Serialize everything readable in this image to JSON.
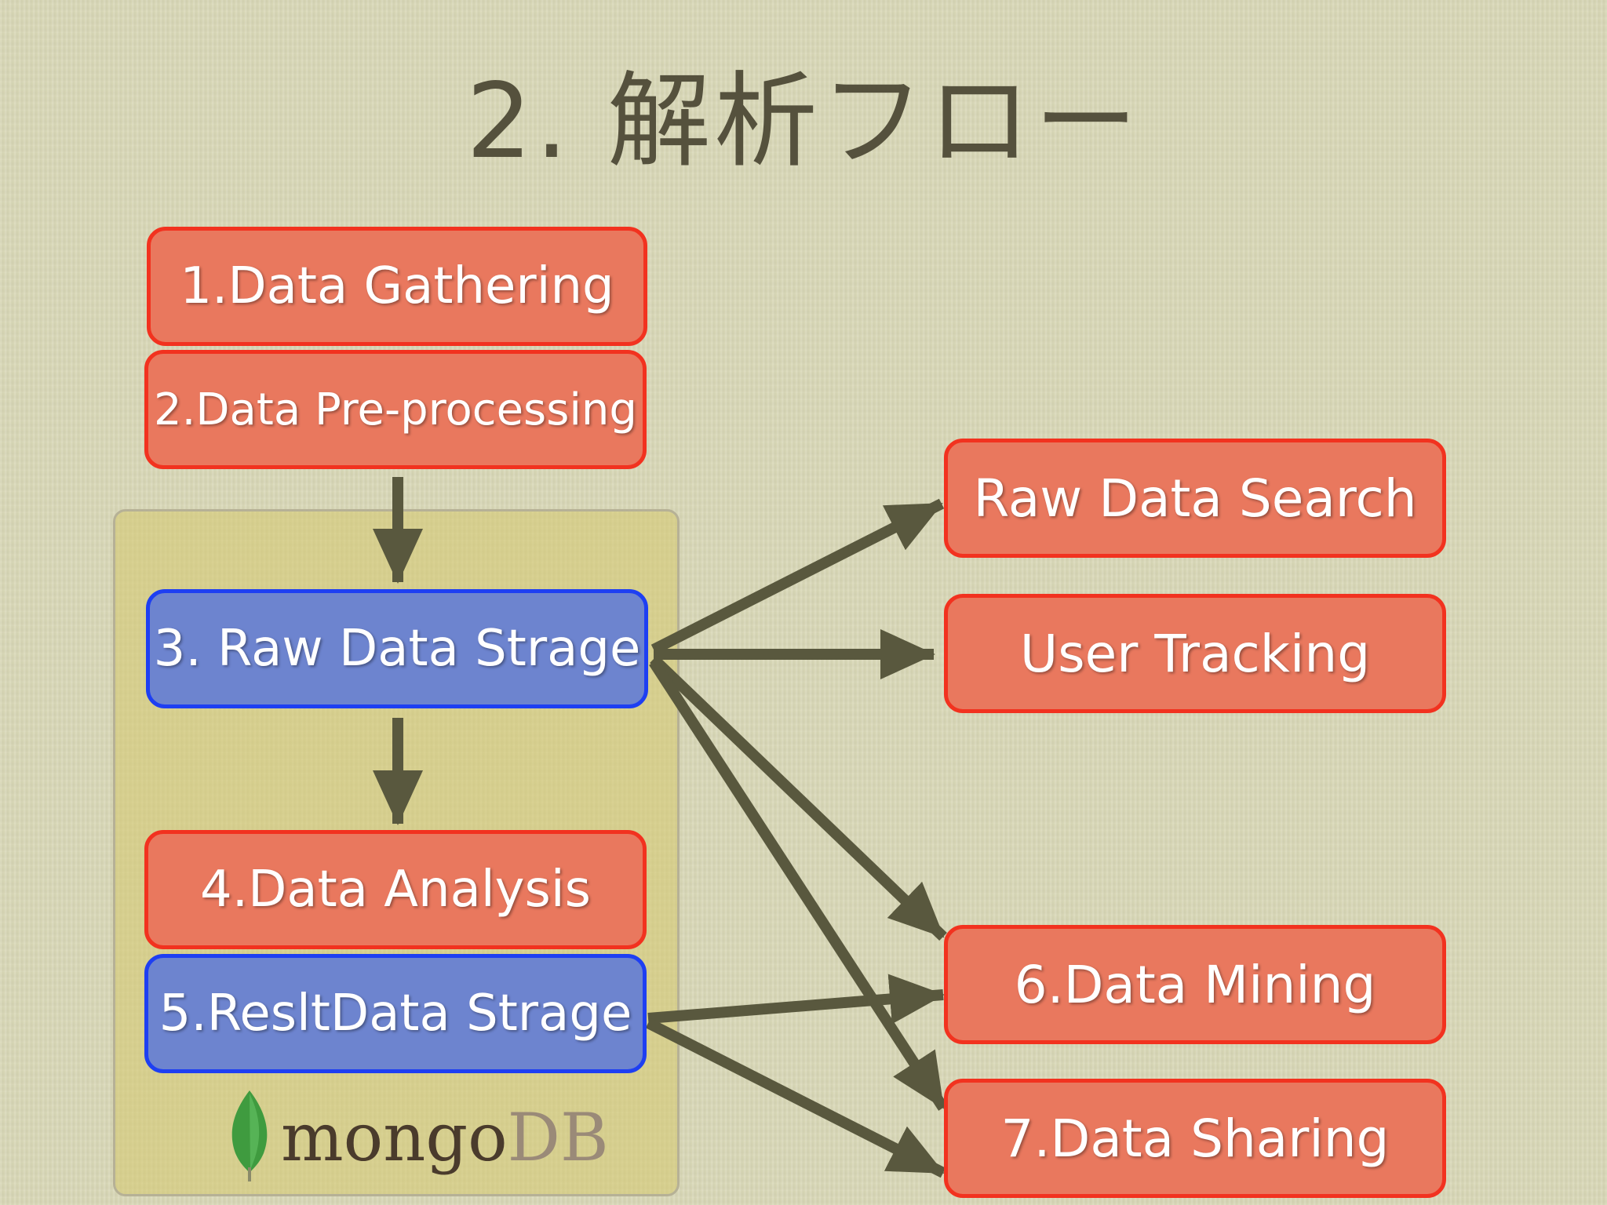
{
  "slide": {
    "title": "2. 解析フロー"
  },
  "colors": {
    "background": "#d8d7b6",
    "panel": "#d6c86e",
    "red_fill": "#e9785e",
    "red_border": "#f2321f",
    "blue_fill": "#6d84cf",
    "blue_border": "#1e3ff2",
    "arrow": "#59583e"
  },
  "left_column": {
    "gathering": "1.Data Gathering",
    "preprocessing": "2.Data Pre-processing",
    "raw_storage": "3. Raw Data Strage",
    "analysis": "4.Data Analysis",
    "result_storage": "5.ResltData Strage"
  },
  "right_column": {
    "raw_search": "Raw Data Search",
    "user_tracking": "User Tracking",
    "mining": "6.Data Mining",
    "sharing": "7.Data Sharing"
  },
  "logo": {
    "icon": "mongodb-leaf-icon",
    "word_mongo": "mongo",
    "word_db": "DB"
  },
  "edges": [
    {
      "from": "2.Data Pre-processing",
      "to": "3. Raw Data Strage"
    },
    {
      "from": "3. Raw Data Strage",
      "to": "4.Data Analysis"
    },
    {
      "from": "3. Raw Data Strage",
      "to": "Raw Data Search"
    },
    {
      "from": "3. Raw Data Strage",
      "to": "User Tracking"
    },
    {
      "from": "3. Raw Data Strage",
      "to": "6.Data Mining"
    },
    {
      "from": "3. Raw Data Strage",
      "to": "7.Data Sharing"
    },
    {
      "from": "5.ResltData Strage",
      "to": "6.Data Mining"
    },
    {
      "from": "5.ResltData Strage",
      "to": "7.Data Sharing"
    }
  ]
}
